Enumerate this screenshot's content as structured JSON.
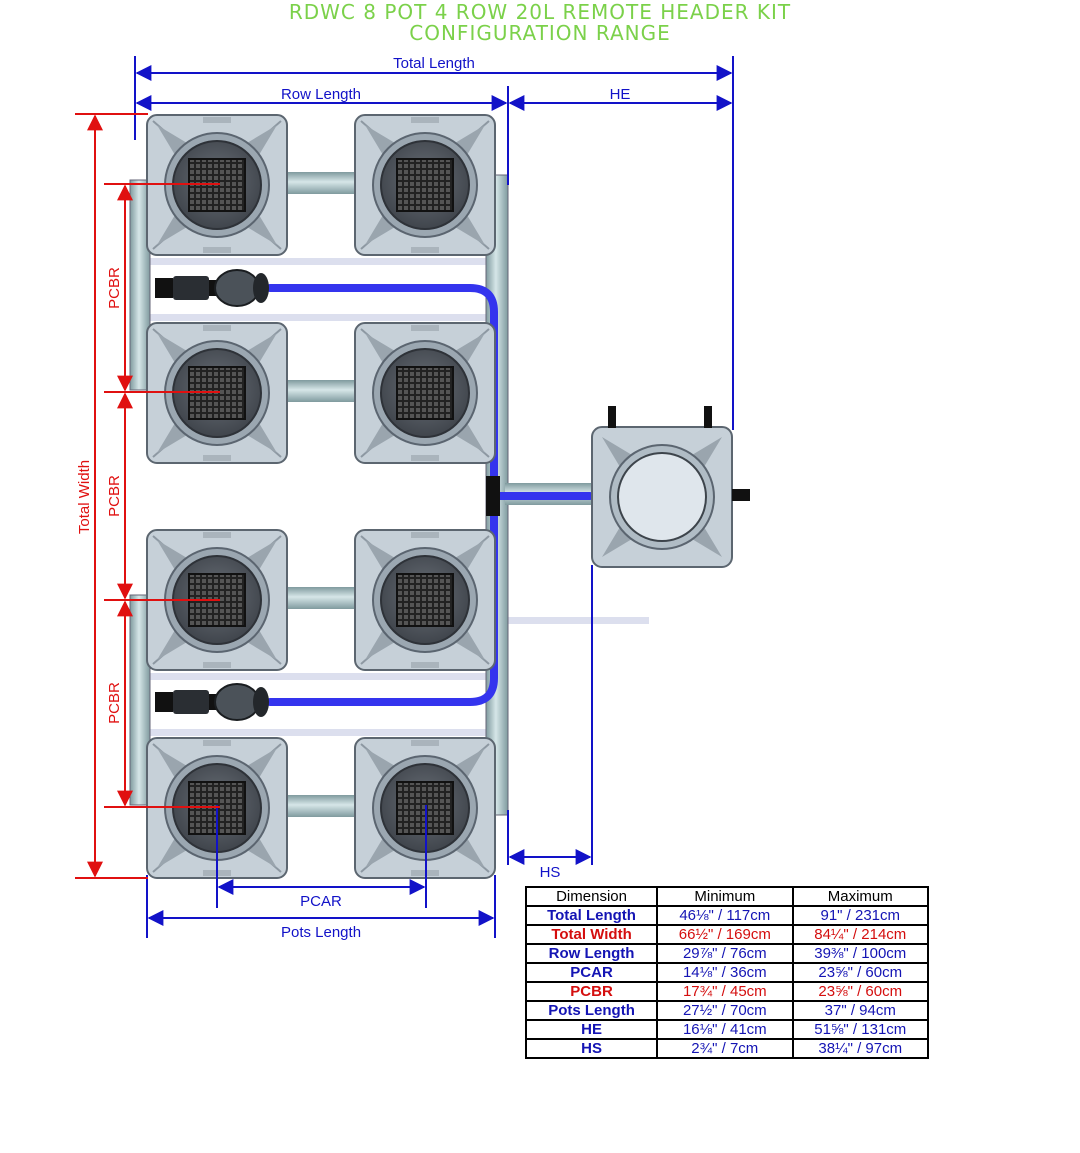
{
  "title": {
    "line1": "RDWC 8 POT 4 ROW 20L REMOTE HEADER KIT",
    "line2": "CONFIGURATION RANGE"
  },
  "dimension_labels": {
    "total_length": "Total Length",
    "row_length": "Row Length",
    "he": "HE",
    "total_width": "Total Width",
    "pcbr": "PCBR",
    "pcar": "PCAR",
    "pots_length": "Pots Length",
    "hs": "HS"
  },
  "colors": {
    "title": "#7bd14a",
    "blue_dim": "#1212c8",
    "red_dim": "#e01010",
    "pot": "#c9d3db",
    "pipe": "#a9c2c6",
    "hose": "#3a3af0"
  },
  "table": {
    "headers": [
      "Dimension",
      "Minimum",
      "Maximum"
    ],
    "rows": [
      {
        "dimension": "Total Length",
        "min": "46⅛\" / 117cm",
        "max": "91\" / 231cm",
        "color": "#1414b4"
      },
      {
        "dimension": "Total Width",
        "min": "66½\" / 169cm",
        "max": "84¼\" / 214cm",
        "color": "#d40e0e"
      },
      {
        "dimension": "Row Length",
        "min": "29⅞\" / 76cm",
        "max": "39⅜\" / 100cm",
        "color": "#1414b4"
      },
      {
        "dimension": "PCAR",
        "min": "14⅛\" / 36cm",
        "max": "23⅝\" / 60cm",
        "color": "#1414b4"
      },
      {
        "dimension": "PCBR",
        "min": "17¾\" / 45cm",
        "max": "23⅝\" / 60cm",
        "color": "#d40e0e"
      },
      {
        "dimension": "Pots Length",
        "min": "27½\" / 70cm",
        "max": "37\" / 94cm",
        "color": "#1414b4"
      },
      {
        "dimension": "HE",
        "min": "16⅛\" / 41cm",
        "max": "51⅝\" / 131cm",
        "color": "#1414b4"
      },
      {
        "dimension": "HS",
        "min": "2¾\" / 7cm",
        "max": "38¼\" / 97cm",
        "color": "#1414b4"
      }
    ]
  }
}
